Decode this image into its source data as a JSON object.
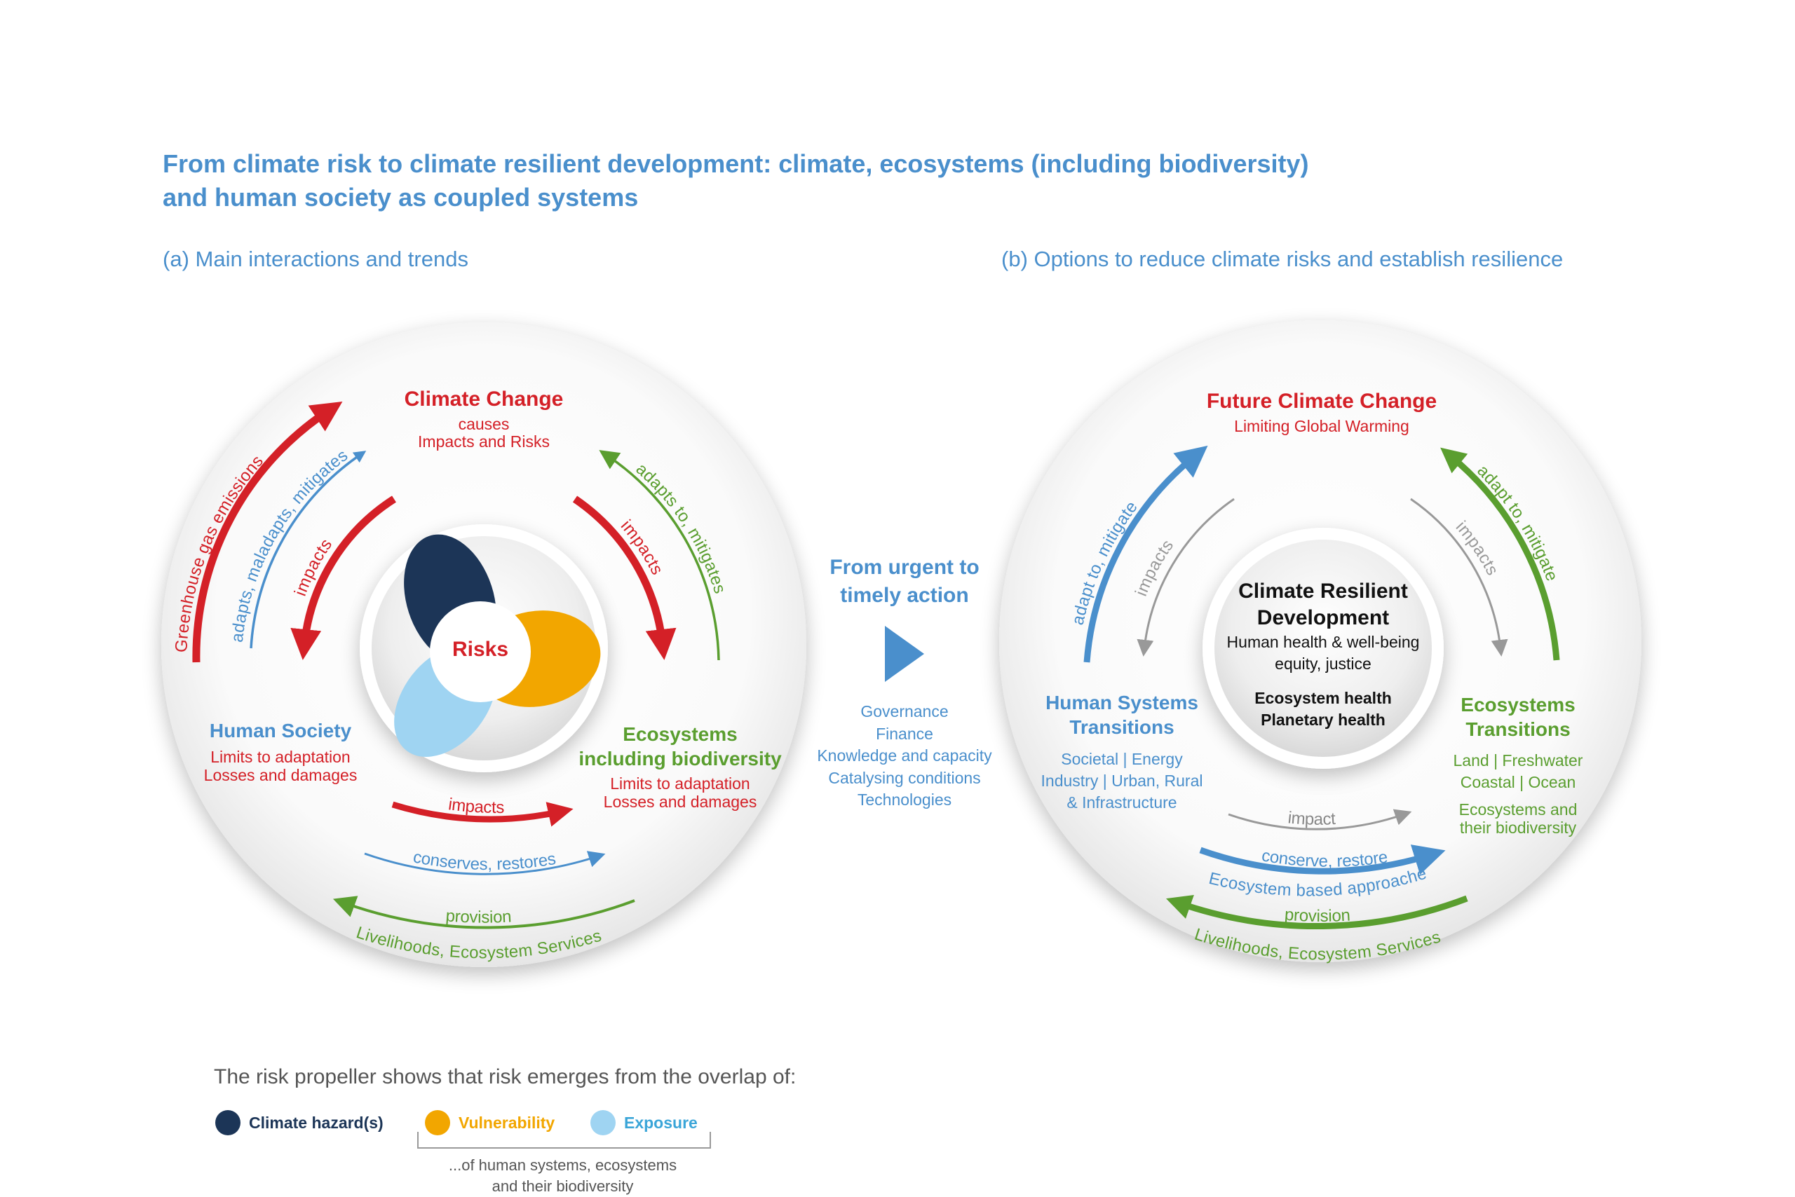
{
  "title_line1": "From climate risk to climate resilient development: climate, ecosystems (including biodiversity)",
  "title_line2": "and human society as coupled systems",
  "panel_a": {
    "label": "(a) Main interactions and trends",
    "climate_change": "Climate Change",
    "causes": "causes",
    "impacts_and_risks": "Impacts and Risks",
    "human_society": "Human Society",
    "hs_limits": "Limits to adaptation",
    "hs_losses": "Losses and damages",
    "ecosystems": "Ecosystems",
    "including_biodiversity": "including biodiversity",
    "eco_limits": "Limits to adaptation",
    "eco_losses": "Losses and damages",
    "risks": "Risks",
    "arrows": {
      "ghg": "Greenhouse gas emissions",
      "adapts_mal": "adapts, maladapts, mitigates",
      "impacts_left": "impacts",
      "impacts_right": "impacts",
      "adapts_to": "adapts to, mitigates",
      "impacts_bottom": "impacts",
      "conserves": "conserves, restores",
      "provision": "provision",
      "livelihoods": "Livelihoods, Ecosystem Services"
    }
  },
  "middle": {
    "line1": "From urgent to",
    "line2": "timely action",
    "items": [
      "Governance",
      "Finance",
      "Knowledge and capacity",
      "Catalysing conditions",
      "Technologies"
    ]
  },
  "panel_b": {
    "label": "(b)  Options to reduce climate risks and establish resilience",
    "future": "Future Climate Change",
    "limiting": "Limiting Global Warming",
    "crd1": "Climate Resilient",
    "crd2": "Development",
    "health": "Human health & well-being",
    "equity": "equity, justice",
    "eco_health": "Ecosystem health",
    "planetary": "Planetary health",
    "hst1": "Human Systems",
    "hst2": "Transitions",
    "hst_items1": "Societal | Energy",
    "hst_items2": "Industry | Urban, Rural",
    "hst_items3": "& Infrastructure",
    "et1": "Ecosystems",
    "et2": "Transitions",
    "et_items1": "Land | Freshwater",
    "et_items2": "Coastal | Ocean",
    "et_items3": "Ecosystems and",
    "et_items4": "their biodiversity",
    "arrows": {
      "adapt_left": "adapt to, mitigate",
      "impacts_left": "impacts",
      "impacts_right": "impacts",
      "adapt_right": "adapt to, mitigate",
      "impact_bottom": "impact",
      "conserve": "conserve, restore",
      "ecosystem_based": "Ecosystem based approaches",
      "provision": "provision",
      "livelihoods": "Livelihoods, Ecosystem Services"
    }
  },
  "legend": {
    "intro": "The risk propeller shows that risk emerges from the overlap of:",
    "hazard": "Climate hazard(s)",
    "vulnerability": "Vulnerability",
    "exposure": "Exposure",
    "note1": "...of human systems, ecosystems",
    "note2": "and their biodiversity"
  },
  "colors": {
    "red": "#d42027",
    "blue": "#4a8fcc",
    "green": "#5a9e2f",
    "gray": "#999999",
    "navy": "#1c3557",
    "orange": "#f2a600",
    "lightblue": "#9fd4f2"
  }
}
